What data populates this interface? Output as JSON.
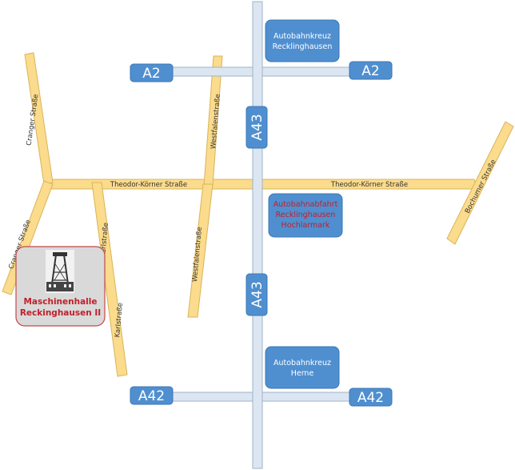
{
  "motorways": {
    "a43": "A43",
    "a2": "A2",
    "a42": "A42"
  },
  "streets": {
    "cranger_strasse": "Cranger Straße",
    "theodor_koerner_strasse": "Theodor-Körner Straße",
    "westfalenstrasse": "Westfalenstraße",
    "karlstrasse": "Karlstraße",
    "bochumer_strasse": "Bochumer Straße"
  },
  "interchanges": {
    "kreuz_recklinghausen": [
      "Autobahnkreuz",
      "Recklinghausen"
    ],
    "abfahrt_hochlarmark": [
      "Autobahnabfahrt",
      "Recklinghausen",
      "Hochlarmark"
    ],
    "kreuz_herne": [
      "Autobahnkreuz",
      "Herne"
    ]
  },
  "poi": {
    "lines": [
      "Maschinenhalle",
      "Reckinghausen II"
    ],
    "icon": "colliery-headframe-icon"
  },
  "colors": {
    "local_road": "#fbdb8c",
    "motorway": "#dbe6f2",
    "sign": "#4f8fd0",
    "poi_text": "#c0202a"
  }
}
